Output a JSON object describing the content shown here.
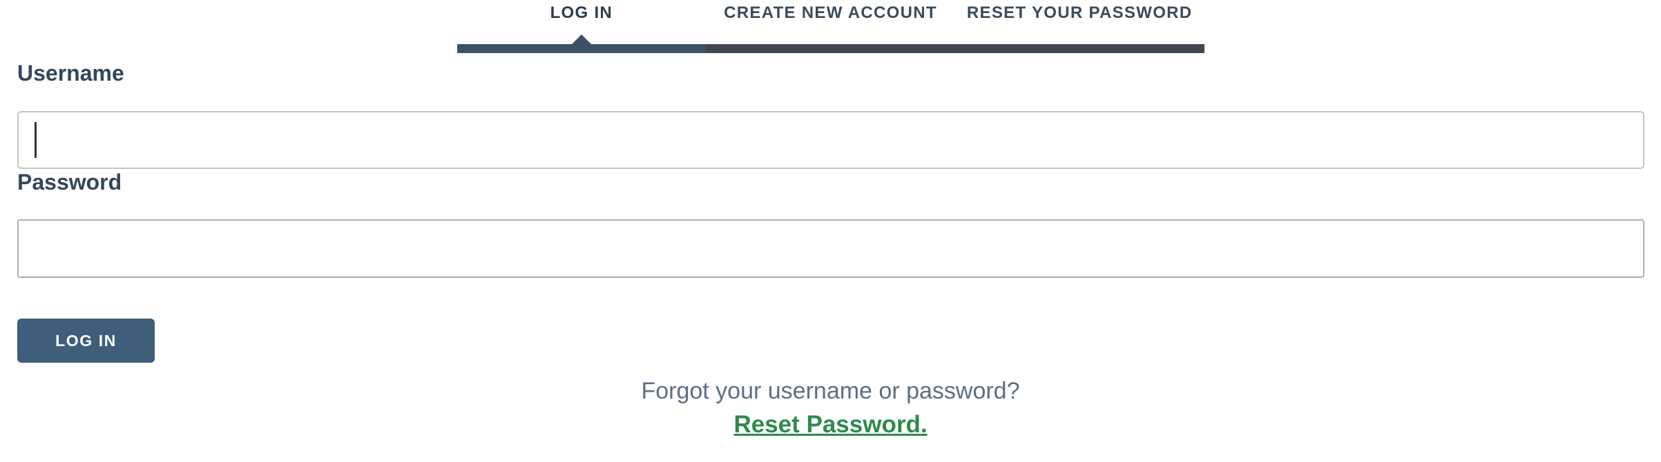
{
  "tabs": [
    {
      "label": "LOG IN",
      "active": true
    },
    {
      "label": "CREATE NEW ACCOUNT",
      "active": false
    },
    {
      "label": "RESET YOUR PASSWORD",
      "active": false
    }
  ],
  "form": {
    "username": {
      "label": "Username",
      "value": ""
    },
    "password": {
      "label": "Password",
      "value": ""
    },
    "submit_label": "LOG IN"
  },
  "footer": {
    "forgot_text": "Forgot your username or password?",
    "reset_link_label": "Reset Password."
  },
  "colors": {
    "active_tab_indicator": "#3d5066",
    "inactive_tab_indicator": "#42474f",
    "label_text": "#33475b",
    "button_background": "#3f5e7c",
    "button_text": "#ffffff",
    "forgot_text_color": "#5e6e86",
    "link_green": "#2f8a4e"
  }
}
